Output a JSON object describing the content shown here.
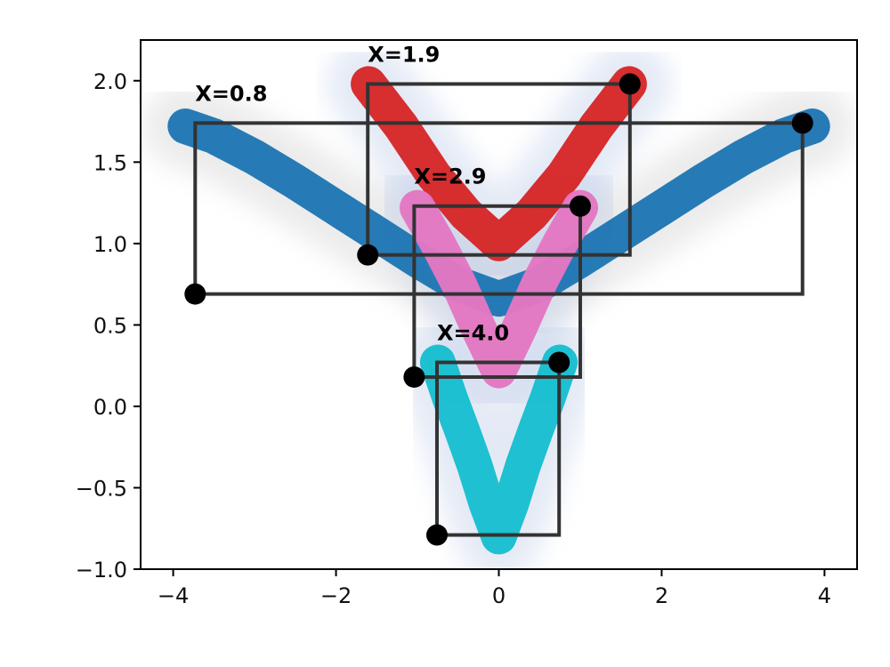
{
  "chart_data": {
    "type": "scatter",
    "title": "",
    "xlabel": "",
    "ylabel": "",
    "xlim": [
      -4.4,
      4.4
    ],
    "ylim": [
      -1.0,
      2.25
    ],
    "xticks": [
      -4,
      -2,
      0,
      2,
      4
    ],
    "xtick_labels": [
      "−4",
      "−2",
      "0",
      "2",
      "4"
    ],
    "yticks": [
      -1.0,
      -0.5,
      0.0,
      0.5,
      1.0,
      1.5,
      2.0
    ],
    "ytick_labels": [
      "−1.0",
      "−0.5",
      "0.0",
      "0.5",
      "1.0",
      "1.5",
      "2.0"
    ],
    "grid": false,
    "legend": false,
    "series": [
      {
        "color": "#1f77b4",
        "x": [
          -3.85,
          -3.5,
          -3.0,
          -2.5,
          -2.0,
          -1.5,
          -1.0,
          -0.5,
          0.0,
          0.5,
          1.0,
          1.5,
          2.0,
          2.5,
          3.0,
          3.5,
          3.85
        ],
        "y": [
          1.72,
          1.66,
          1.53,
          1.38,
          1.22,
          1.06,
          0.9,
          0.75,
          0.66,
          0.75,
          0.9,
          1.06,
          1.22,
          1.38,
          1.53,
          1.66,
          1.72
        ]
      },
      {
        "color": "#d62728",
        "x": [
          -1.6,
          -1.2,
          -0.8,
          -0.4,
          0.0,
          0.4,
          0.8,
          1.2,
          1.6
        ],
        "y": [
          1.98,
          1.72,
          1.42,
          1.18,
          1.0,
          1.18,
          1.42,
          1.72,
          1.98
        ]
      },
      {
        "color": "#e377c2",
        "x": [
          -1.0,
          -0.75,
          -0.5,
          -0.25,
          0.0,
          0.25,
          0.5,
          0.75,
          1.0
        ],
        "y": [
          1.22,
          1.0,
          0.76,
          0.48,
          0.22,
          0.48,
          0.76,
          1.0,
          1.22
        ]
      },
      {
        "color": "#17becf",
        "x": [
          -0.75,
          -0.6,
          -0.45,
          -0.3,
          -0.15,
          0.0,
          0.15,
          0.3,
          0.45,
          0.6,
          0.75
        ],
        "y": [
          0.27,
          0.05,
          -0.15,
          -0.36,
          -0.6,
          -0.8,
          -0.6,
          -0.36,
          -0.15,
          0.05,
          0.27
        ]
      }
    ],
    "annotations": [
      {
        "text": "X=0.8",
        "x0": -3.73,
        "y0": 0.69,
        "x1": 3.73,
        "y1": 1.74
      },
      {
        "text": "X=1.9",
        "x0": -1.61,
        "y0": 0.93,
        "x1": 1.61,
        "y1": 1.98
      },
      {
        "text": "X=2.9",
        "x0": -1.04,
        "y0": 0.18,
        "x1": 1.0,
        "y1": 1.23
      },
      {
        "text": "X=4.0",
        "x0": -0.76,
        "y0": -0.79,
        "x1": 0.74,
        "y1": 0.27
      }
    ]
  }
}
